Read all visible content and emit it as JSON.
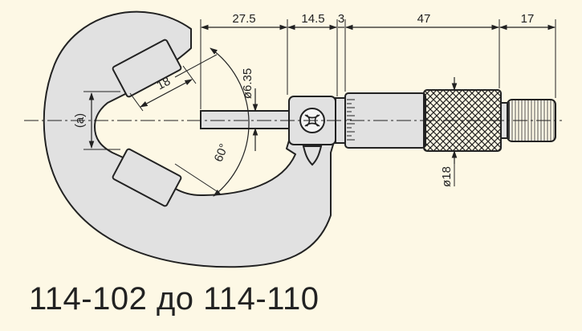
{
  "figure": {
    "colors": {
      "background": "#fdf8e5",
      "body_fill": "#e1e1e1",
      "line": "#222222"
    },
    "dimensions": {
      "d1": "27.5",
      "d2": "14.5",
      "d3": "3",
      "d4": "47",
      "d5": "17",
      "anvil_width": "18",
      "spindle_dia": "ø6.35",
      "thimble_dia": "ø18",
      "angle": "60°",
      "size_a": "(a)"
    },
    "caption": "114-102 до 114-110"
  }
}
